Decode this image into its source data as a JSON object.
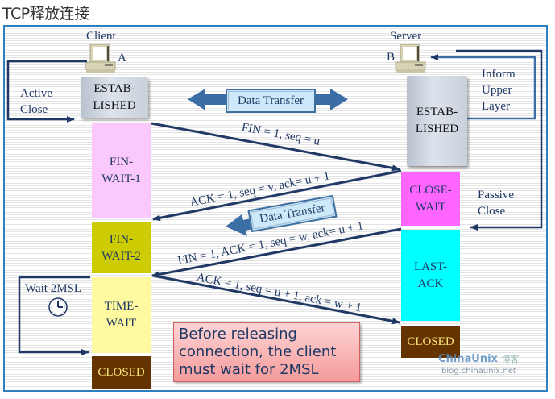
{
  "page": {
    "title": "TCP释放连接"
  },
  "diagram": {
    "client": {
      "label": "Client",
      "host_letter": "A"
    },
    "server": {
      "label": "Server",
      "host_letter": "B"
    },
    "client_states": [
      {
        "id": "estab",
        "line1": "ESTAB-",
        "line2": "LISHED",
        "color": "#d3d9e2"
      },
      {
        "id": "fin-wait-1",
        "line1": "FIN-",
        "line2": "WAIT-1",
        "color": "#fbc8fb"
      },
      {
        "id": "fin-wait-2",
        "line1": "FIN-",
        "line2": "WAIT-2",
        "color": "#cccc00"
      },
      {
        "id": "time-wait",
        "line1": "TIME-",
        "line2": "WAIT",
        "color": "#fffaa0"
      },
      {
        "id": "closed",
        "line1": "CLOSED",
        "line2": "",
        "color": "#653300"
      }
    ],
    "server_states": [
      {
        "id": "estab",
        "line1": "ESTAB-",
        "line2": "LISHED",
        "color": "#d3d9e2"
      },
      {
        "id": "close-wait",
        "line1": "CLOSE-",
        "line2": "WAIT",
        "color": "#ff66ff"
      },
      {
        "id": "last-ack",
        "line1": "LAST-",
        "line2": "ACK",
        "color": "#00ffff"
      },
      {
        "id": "closed",
        "line1": "CLOSED",
        "line2": "",
        "color": "#653300"
      }
    ],
    "side_labels": {
      "active_close": [
        "Active",
        "Close"
      ],
      "inform_upper_layer": [
        "Inform",
        "Upper",
        "Layer"
      ],
      "passive_close": [
        "Passive",
        "Close"
      ],
      "wait_2msl": "Wait 2MSL"
    },
    "data_transfer_label": "Data Transfer",
    "messages": [
      {
        "text": "FIN = 1, seq = u",
        "direction": "client-to-server"
      },
      {
        "text": "ACK = 1, seq = v, ack= u + 1",
        "direction": "server-to-client"
      },
      {
        "text": "FIN = 1, ACK = 1, seq = w, ack= u + 1",
        "direction": "server-to-client"
      },
      {
        "text": "ACK = 1, seq = u + 1, ack = w + 1",
        "direction": "client-to-server"
      }
    ],
    "note": [
      "Before releasing",
      "connection, the client",
      "must wait for 2MSL"
    ],
    "colors": {
      "arrow": "#1f3864",
      "frame": "#2d7fc0",
      "data_transfer_arrow": "#3a6ea5"
    }
  },
  "watermark": {
    "brand": "ChinaUnix",
    "brand_cn": "博客",
    "url": "blog.chinaunix.net"
  }
}
